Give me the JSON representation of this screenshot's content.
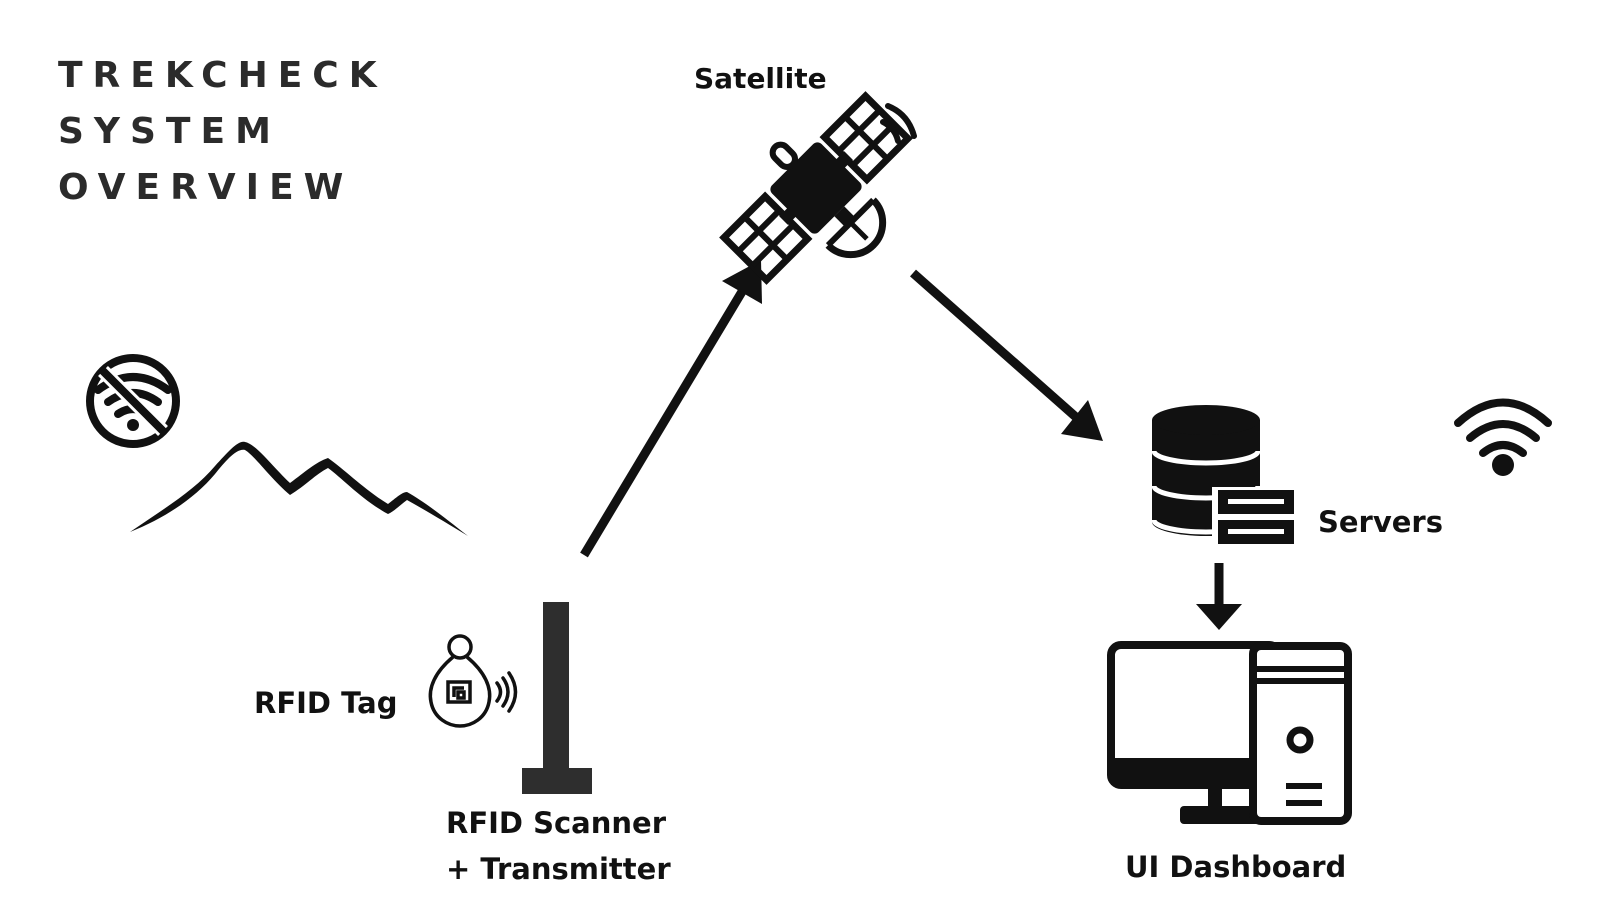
{
  "title": {
    "lines": [
      "TREKCHECK",
      "SYSTEM",
      "OVERVIEW"
    ]
  },
  "nodes": {
    "satellite": {
      "label": "Satellite",
      "icon": "satellite-icon"
    },
    "rfid_tag": {
      "label": "RFID Tag",
      "icon": "rfid-tag-icon"
    },
    "rfid_scanner": {
      "label_line1": "RFID Scanner",
      "label_line2": "+ Transmitter",
      "icon": "rfid-scanner-icon"
    },
    "servers": {
      "label": "Servers",
      "icon": "database-server-icon"
    },
    "dashboard": {
      "label": "UI Dashboard",
      "icon": "desktop-computer-icon"
    }
  },
  "icons": {
    "no_wifi": "no-wifi-icon",
    "mountain": "mountain-icon",
    "wifi": "wifi-icon"
  },
  "colors": {
    "ink": "#111111",
    "title": "#2b2b2b",
    "background": "#ffffff"
  }
}
